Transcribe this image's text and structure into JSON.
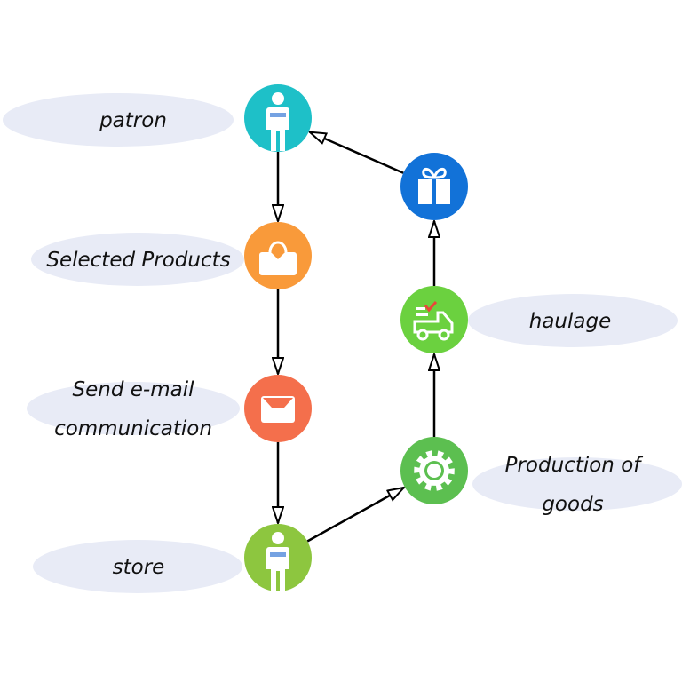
{
  "diagram": {
    "type": "process-flow",
    "label_bg_color": "#e8ebf6",
    "arrow_color": "#000000",
    "nodes": [
      {
        "id": "patron",
        "label_lines": [
          "patron"
        ],
        "icon": "person-icon",
        "color": "#1ec0c8"
      },
      {
        "id": "selected-products",
        "label_lines": [
          "Selected Products"
        ],
        "icon": "shopping-bag-icon",
        "color": "#f99a3a"
      },
      {
        "id": "send-email",
        "label_lines": [
          "Send e-mail",
          "communication"
        ],
        "icon": "envelope-icon",
        "color": "#f46f4c"
      },
      {
        "id": "store",
        "label_lines": [
          "store"
        ],
        "icon": "person-icon",
        "color": "#8dc63f"
      },
      {
        "id": "production",
        "label_lines": [
          "Production of",
          "goods"
        ],
        "icon": "gear-icon",
        "color": "#5cbf50"
      },
      {
        "id": "haulage",
        "label_lines": [
          "haulage"
        ],
        "icon": "delivery-truck-icon",
        "color": "#6bd13f"
      },
      {
        "id": "gift",
        "label_lines": [],
        "icon": "gift-icon",
        "color": "#1272d8"
      }
    ],
    "edges": [
      {
        "from": "patron",
        "to": "selected-products"
      },
      {
        "from": "selected-products",
        "to": "send-email"
      },
      {
        "from": "send-email",
        "to": "store"
      },
      {
        "from": "store",
        "to": "production"
      },
      {
        "from": "production",
        "to": "haulage"
      },
      {
        "from": "haulage",
        "to": "gift"
      },
      {
        "from": "gift",
        "to": "patron"
      }
    ]
  }
}
